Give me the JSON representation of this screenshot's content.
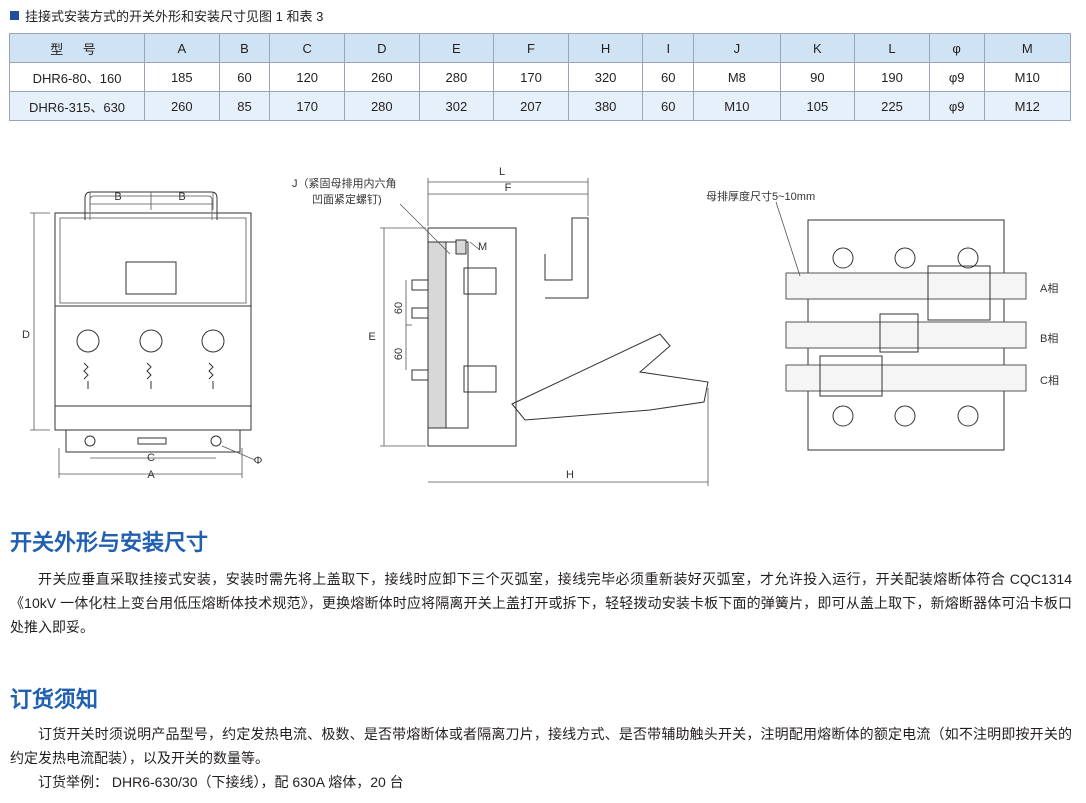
{
  "caption": "挂接式安装方式的开关外形和安装尺寸见图 1 和表 3",
  "table": {
    "headers": [
      "型 号",
      "A",
      "B",
      "C",
      "D",
      "E",
      "F",
      "H",
      "I",
      "J",
      "K",
      "L",
      "φ",
      "M"
    ],
    "rows": [
      [
        "DHR6-80、160",
        "185",
        "60",
        "120",
        "260",
        "280",
        "170",
        "320",
        "60",
        "M8",
        "90",
        "190",
        "φ9",
        "M10"
      ],
      [
        "DHR6-315、630",
        "260",
        "85",
        "170",
        "280",
        "302",
        "207",
        "380",
        "60",
        "M10",
        "105",
        "225",
        "φ9",
        "M12"
      ]
    ]
  },
  "drawing": {
    "front": {
      "B1": "B",
      "B2": "B",
      "D": "D",
      "C": "C",
      "A": "A",
      "phi": "Φ"
    },
    "side": {
      "J_line1": "J（紧固母排用内六角",
      "J_line2": "凹面紧定螺钉)",
      "L": "L",
      "F": "F",
      "M": "M",
      "E": "E",
      "v60a": "60",
      "v60b": "60",
      "H": "H"
    },
    "back": {
      "note": "母排厚度尺寸5~10mm",
      "phaseA": "A相",
      "phaseB": "B相",
      "phaseC": "C相"
    }
  },
  "section1": {
    "title": "开关外形与安装尺寸",
    "body": "开关应垂直采取挂接式安装，安装时需先将上盖取下，接线时应卸下三个灭弧室，接线完毕必须重新装好灭弧室，才允许投入运行，开关配装熔断体符合 CQC1314《10kV 一体化柱上变台用低压熔断体技术规范》，更换熔断体时应将隔离开关上盖打开或拆下，轻轻拨动安装卡板下面的弹簧片，即可从盖上取下，新熔断器体可沿卡板口处推入即妥。"
  },
  "section2": {
    "title": "订货须知",
    "body": "订货开关时须说明产品型号，约定发热电流、极数、是否带熔断体或者隔离刀片，接线方式、是否带辅助触头开关，注明配用熔断体的额定电流（如不注明即按开关的约定发热电流配装），以及开关的数量等。",
    "example": "订货举例：  DHR6-630/30（下接线），配 630A 熔体，20 台"
  },
  "colors": {
    "accent": "#2060b0",
    "table_header": "#cfe3f5",
    "table_alt": "#e6f0fa",
    "bullet": "#1f4e9e"
  }
}
